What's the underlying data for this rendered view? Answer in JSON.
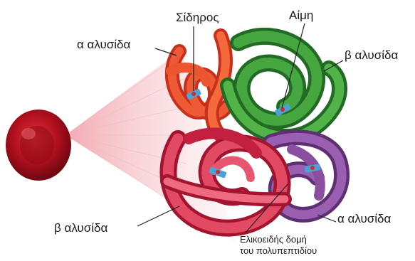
{
  "labels": {
    "iron": "Σίδηρος",
    "heme": "Αίμη",
    "alpha_top": "α αλυσίδα",
    "beta_top": "β αλυσίδα",
    "beta_bottom": "β αλυσίδα",
    "alpha_bottom": "α αλυσίδα",
    "helix_line1": "Ελικοειδής δομή",
    "helix_line2": "του πολυπεπτιδίου"
  },
  "colors": {
    "alpha_chain": "#e4482a",
    "beta_chain_top": "#3f9b3a",
    "beta_chain_bottom": "#dd3a55",
    "alpha_chain_bottom": "#8a4f9e",
    "red_cell": "#b3101e",
    "heme_group": "#4aa3d8"
  }
}
